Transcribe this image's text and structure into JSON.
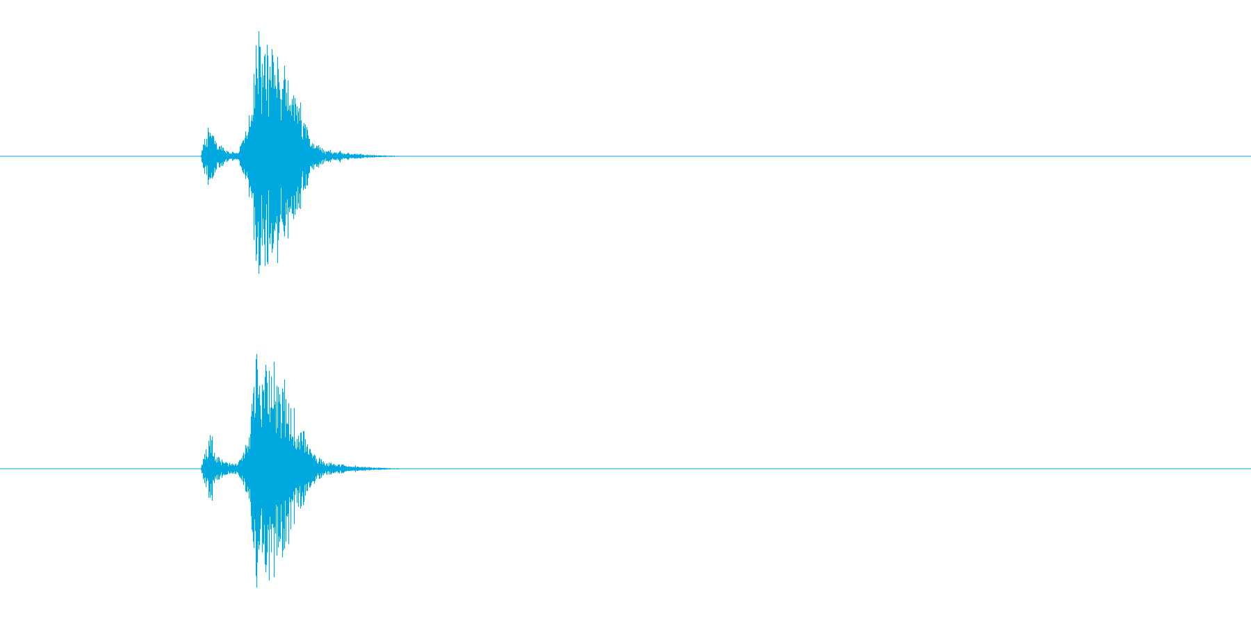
{
  "waveform": {
    "color": "#00a8e0",
    "background": "#ffffff",
    "channels": [
      {
        "id": "channel-1"
      },
      {
        "id": "channel-2"
      }
    ],
    "envelope": [
      [
        0.0,
        0.0
      ],
      [
        0.16,
        0.0
      ],
      [
        0.165,
        0.2
      ],
      [
        0.168,
        0.25
      ],
      [
        0.172,
        0.12
      ],
      [
        0.18,
        0.05
      ],
      [
        0.19,
        0.04
      ],
      [
        0.195,
        0.15
      ],
      [
        0.2,
        0.4
      ],
      [
        0.205,
        0.95
      ],
      [
        0.21,
        0.85
      ],
      [
        0.215,
        0.8
      ],
      [
        0.22,
        0.75
      ],
      [
        0.23,
        0.6
      ],
      [
        0.24,
        0.35
      ],
      [
        0.25,
        0.12
      ],
      [
        0.26,
        0.05
      ],
      [
        0.28,
        0.025
      ],
      [
        0.3,
        0.01
      ],
      [
        0.32,
        0.003
      ],
      [
        0.33,
        0.0
      ],
      [
        1.0,
        0.0
      ]
    ]
  }
}
